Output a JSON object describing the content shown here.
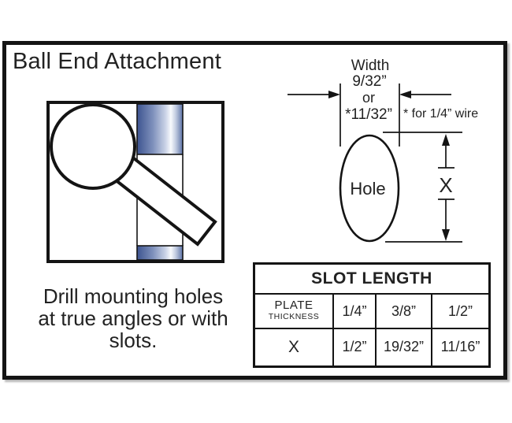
{
  "title": "Ball End Attachment",
  "caption": {
    "lines": [
      "Drill mounting holes",
      "at true angles or with",
      "slots."
    ]
  },
  "diagram": {
    "ball_shape": "circle",
    "hole_shape": "ellipse",
    "post_colors": {
      "dark": "#3d5490",
      "mid": "#7f91bc",
      "highlight": "#f8fafd",
      "edge": "#5c72a7"
    },
    "ink_color": "#141414"
  },
  "width_dim": {
    "label": "Width",
    "value_primary": "9/32”",
    "conjunction": "or",
    "value_alt": "*11/32”",
    "footnote": "* for 1/4” wire"
  },
  "hole_label": "Hole",
  "slot_dim_label": "X",
  "slot_table": {
    "title": "SLOT LENGTH",
    "row_header": {
      "label": "PLATE",
      "sublabel": "THICKNESS"
    },
    "thickness_values": [
      "1/4”",
      "3/8”",
      "1/2”"
    ],
    "x_row_label": "X",
    "x_values": [
      "1/2”",
      "19/32”",
      "11/16”"
    ]
  }
}
